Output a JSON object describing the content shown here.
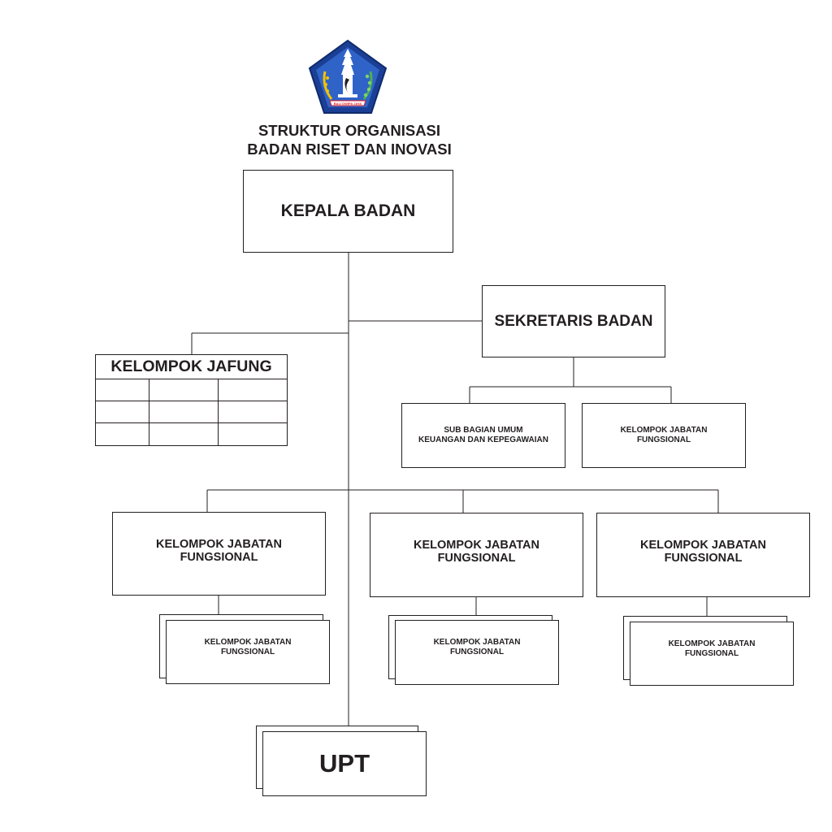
{
  "header": {
    "emblem": "bali-government-emblem",
    "emblem_motto": "BALI DWIPA JAYA",
    "title_line1": "STRUKTUR ORGANISASI",
    "title_line2": "BADAN RISET DAN INOVASI"
  },
  "nodes": {
    "kepala": "KEPALA BADAN",
    "sekretaris": "SEKRETARIS BADAN",
    "kelompok_jafung": "KELOMPOK JAFUNG",
    "sub_bagian_line1": "SUB BAGIAN UMUM",
    "sub_bagian_line2": "KEUANGAN DAN KEPEGAWAIAN",
    "sek_jabatan_line1": "KELOMPOK JABATAN",
    "sek_jabatan_line2": "FUNGSIONAL",
    "groups": [
      {
        "line1": "KELOMPOK JABATAN",
        "line2": "FUNGSIONAL",
        "sub_line1": "KELOMPOK JABATAN",
        "sub_line2": "FUNGSIONAL"
      },
      {
        "line1": "KELOMPOK JABATAN",
        "line2": "FUNGSIONAL",
        "sub_line1": "KELOMPOK JABATAN",
        "sub_line2": "FUNGSIONAL"
      },
      {
        "line1": "KELOMPOK JABATAN",
        "line2": "FUNGSIONAL",
        "sub_line1": "KELOMPOK JABATAN",
        "sub_line2": "FUNGSIONAL"
      }
    ],
    "upt": "UPT"
  },
  "colors": {
    "line": "#231f20",
    "emblem_blue": "#1b3f95",
    "emblem_red": "#e31e24",
    "emblem_green": "#4caf50",
    "emblem_gold": "#f2c200"
  }
}
